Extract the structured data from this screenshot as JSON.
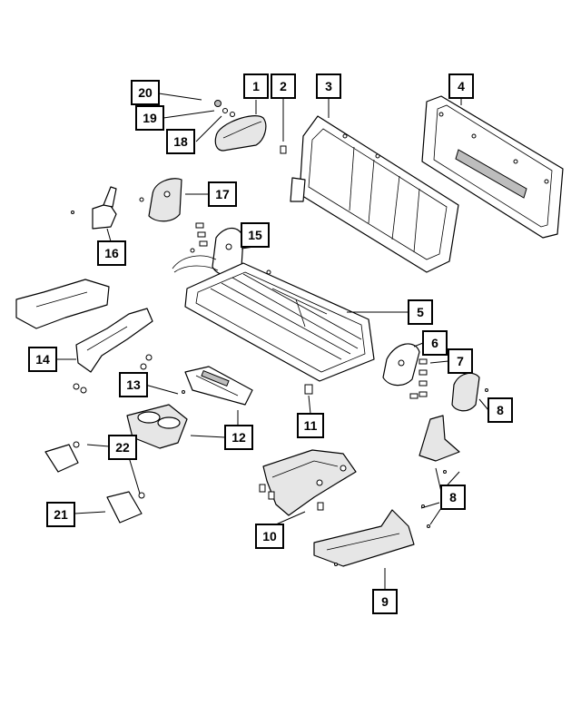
{
  "diagram": {
    "callouts": [
      {
        "id": "c1",
        "label": "1"
      },
      {
        "id": "c2",
        "label": "2"
      },
      {
        "id": "c3",
        "label": "3"
      },
      {
        "id": "c4",
        "label": "4"
      },
      {
        "id": "c5",
        "label": "5"
      },
      {
        "id": "c6",
        "label": "6"
      },
      {
        "id": "c7",
        "label": "7"
      },
      {
        "id": "c8a",
        "label": "8"
      },
      {
        "id": "c8b",
        "label": "8"
      },
      {
        "id": "c9",
        "label": "9"
      },
      {
        "id": "c10",
        "label": "10"
      },
      {
        "id": "c11",
        "label": "11"
      },
      {
        "id": "c12",
        "label": "12"
      },
      {
        "id": "c13",
        "label": "13"
      },
      {
        "id": "c14",
        "label": "14"
      },
      {
        "id": "c15",
        "label": "15"
      },
      {
        "id": "c16",
        "label": "16"
      },
      {
        "id": "c17",
        "label": "17"
      },
      {
        "id": "c18",
        "label": "18"
      },
      {
        "id": "c19",
        "label": "19"
      },
      {
        "id": "c20",
        "label": "20"
      },
      {
        "id": "c21",
        "label": "21"
      },
      {
        "id": "c22",
        "label": "22"
      }
    ]
  }
}
